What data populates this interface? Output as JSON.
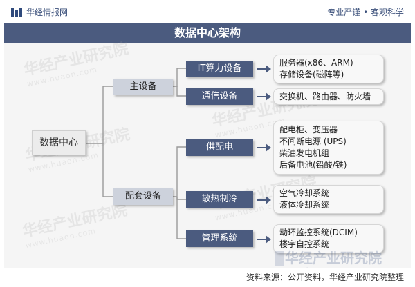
{
  "header": {
    "brand": "华经情报网",
    "slogan_left": "专业严谨",
    "slogan_sep": "•",
    "slogan_right": "客观科学"
  },
  "title": "数据中心架构",
  "tree": {
    "root": "数据中心",
    "level1": [
      "主设备",
      "配套设备"
    ],
    "level2": [
      "IT算力设备",
      "通信设备",
      "供配电",
      "散热制冷",
      "管理系统"
    ],
    "leaves": [
      [
        "服务器(x86、ARM)",
        "存储设备(磁阵等)"
      ],
      [
        "交换机、路由器、防火墙"
      ],
      [
        "配电柜、变压器",
        "不间断电源 (UPS)",
        "柴油发电机组",
        "后备电池(铅酸/铁)"
      ],
      [
        "空气冷却系统",
        "液体冷却系统"
      ],
      [
        "动环监控系统(DCIM)",
        "楼宇自控系统"
      ]
    ]
  },
  "watermark": {
    "cn": "华经产业研究院",
    "url": "www.huaon.com"
  },
  "footer": {
    "source": "资料来源：公开资料，华经产业研究院整理"
  },
  "colors": {
    "title_bar": "#4b5b7f",
    "level1": "#cdd2dc",
    "level2": "#4b5b7f",
    "canvas": "#f5f5f5"
  }
}
